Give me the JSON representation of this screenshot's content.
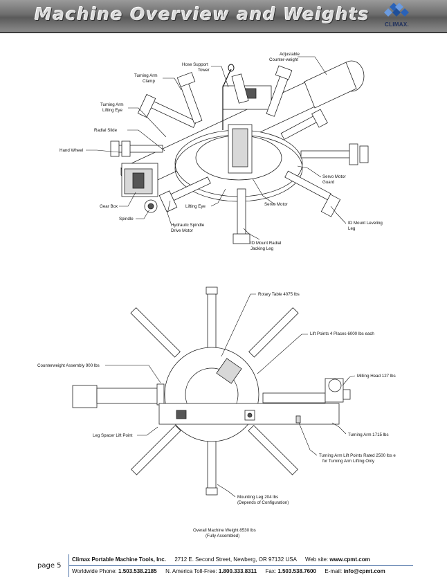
{
  "header": {
    "title": "Machine Overview and Weights",
    "logo_text": "CLIMAX."
  },
  "diagram_top": {
    "labels": {
      "adjustable_counterweight_1": "Adjustable",
      "adjustable_counterweight_2": "Counter-weight",
      "hose_support_tower_1": "Hose Support",
      "hose_support_tower_2": "Tower",
      "turning_arm_clamp_1": "Turning Arm",
      "turning_arm_clamp_2": "Clamp",
      "turning_arm_lifting_eye_1": "Turning Arm",
      "turning_arm_lifting_eye_2": "Lifting Eye",
      "radial_slide": "Radial Slide",
      "hand_wheel": "Hand Wheel",
      "gear_box": "Gear Box",
      "spindle": "Spindle",
      "hydraulic_spindle_1": "Hydraulic Spindle",
      "hydraulic_spindle_2": "Drive Motor",
      "lifting_eye": "Lifting Eye",
      "servo_motor": "Servo Motor",
      "servo_motor_guard_1": "Servo Motor",
      "servo_motor_guard_2": "Guard",
      "id_mount_leveling_leg_1": "ID Mount Leveling",
      "id_mount_leveling_leg_2": "Leg",
      "id_mount_radial_1": "ID Mount Radial",
      "id_mount_radial_2": "Jacking Leg"
    }
  },
  "diagram_bottom": {
    "labels": {
      "rotary_table": "Rotary Table 4075 lbs",
      "lift_points": "Lift Points 4 Places 6000 lbs each",
      "counterweight_assembly": "Counterweight Assembly 900 lbs",
      "milling_head": "Milling Head 127 lbs",
      "turning_arm": "Turning Arm 1715 lbs",
      "leg_spacer_lift_point": "Leg Spacer Lift Point",
      "turning_arm_lift_points_1": "Turning Arm Lift Points Rated 2500 lbs e",
      "turning_arm_lift_points_2": "for Turning Arm Lifting Only",
      "mounting_leg_1": "Mounting Leg 204 lbs",
      "mounting_leg_2": "(Depends of Configuration)",
      "overall_weight_1": "Overall Machine Weight 8530 lbs",
      "overall_weight_2": "(Fully Assembled)"
    }
  },
  "footer": {
    "page_label": "page 5",
    "company": "Climax Portable Machine Tools, Inc.",
    "address": "2712 E. Second Street, Newberg, OR 97132 USA",
    "web_label": "Web site:",
    "web_value": "www.cpmt.com",
    "phone_label": "Worldwide Phone:",
    "phone_value": "1.503.538.2185",
    "tollfree_label": "N. America Toll-Free:",
    "tollfree_value": "1.800.333.8311",
    "fax_label": "Fax:",
    "fax_value": "1.503.538.7600",
    "email_label": "E-mail:",
    "email_value": "info@cpmt.com"
  },
  "colors": {
    "banner": "#6d6d6d",
    "logo_blue": "#2a62b8",
    "footer_rule": "#4a6fa5"
  }
}
